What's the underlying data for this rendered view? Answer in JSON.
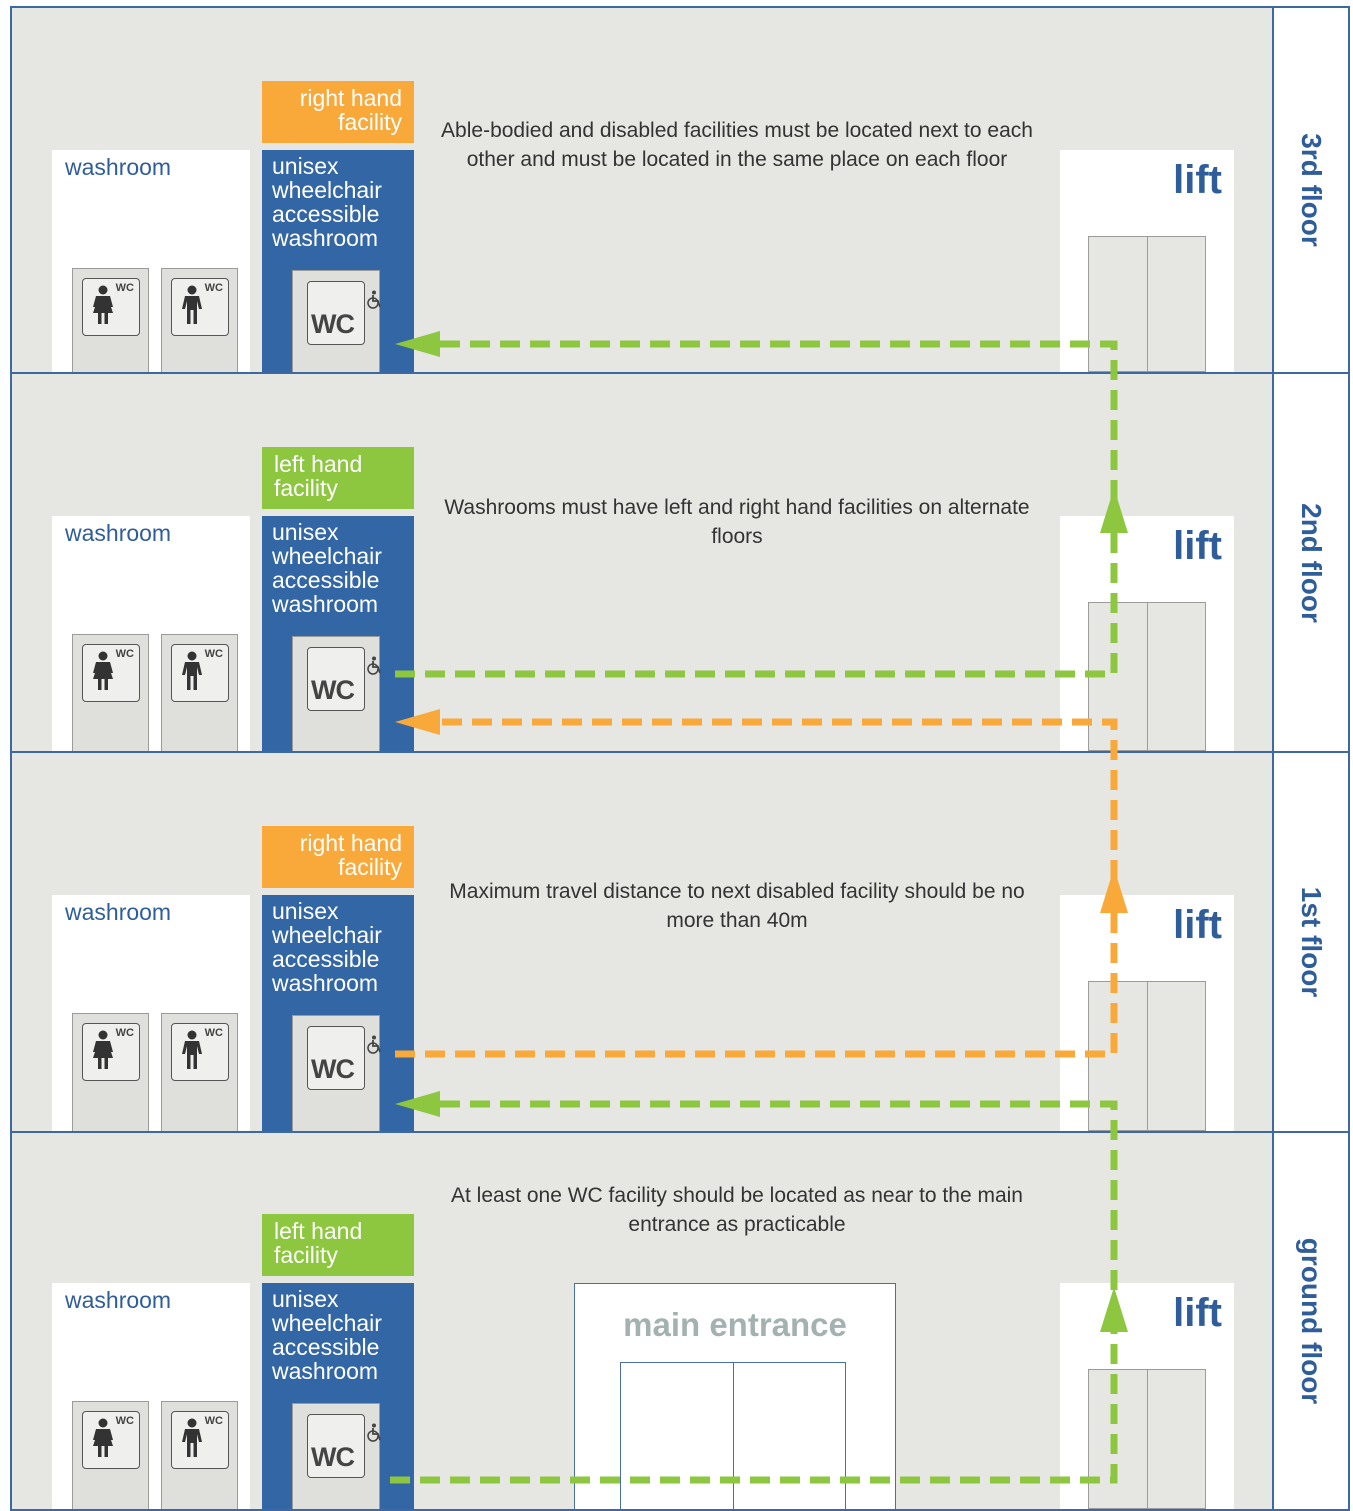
{
  "colors": {
    "blue": "#3366a4",
    "dark_blue": "#2f5d9a",
    "orange": "#f9a83a",
    "green": "#8dc63f",
    "background": "#e6e6e2"
  },
  "icons": [
    "female-wc-icon",
    "male-wc-icon",
    "wheelchair-icon",
    "arrow-icon"
  ],
  "floors": [
    {
      "name": "3rd floor",
      "tag": "right hand facility",
      "tag_color": "orange",
      "note": "Able-bodied and disabled facilities must be located next to each other and must be located in the same place on each floor"
    },
    {
      "name": "2nd floor",
      "tag": "left hand facility",
      "tag_color": "green",
      "note": "Washrooms must have left and right hand facilities on alternate floors"
    },
    {
      "name": "1st floor",
      "tag": "right hand facility",
      "tag_color": "orange",
      "note": "Maximum travel distance to next disabled facility should be no more than 40m"
    },
    {
      "name": "ground floor",
      "tag": "left hand facility",
      "tag_color": "green",
      "note": "At least one WC facility should be located as near to the main entrance as practicable"
    }
  ],
  "labels": {
    "washroom": "washroom",
    "accessible": "unisex wheelchair accessible washroom",
    "lift": "lift",
    "wc": "WC",
    "wc_small": "WC",
    "main_entrance": "main entrance"
  }
}
